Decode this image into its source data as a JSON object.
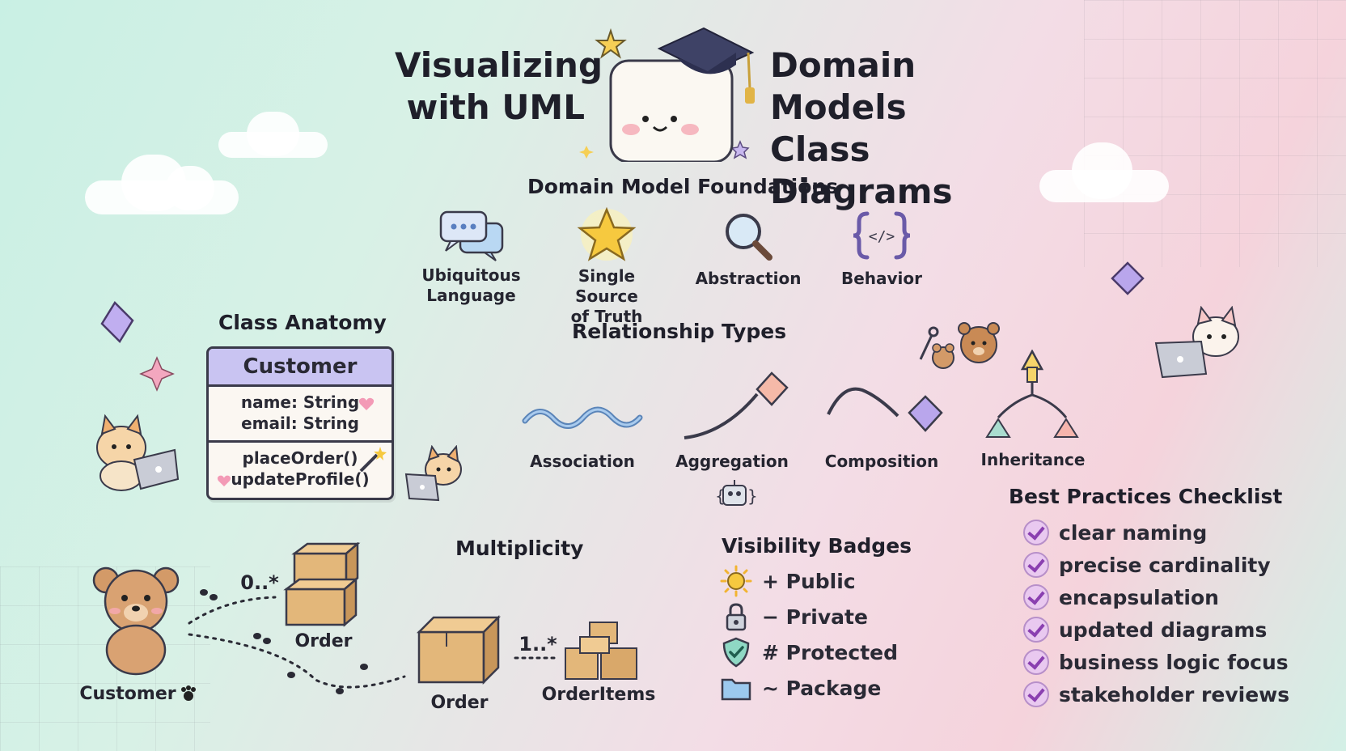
{
  "title": {
    "left_line1": "Visualizing",
    "left_line2": "with UML",
    "right_line1": "Domain Models",
    "right_line2": "Class Diagrams"
  },
  "foundations": {
    "heading": "Domain Model Foundations",
    "items": [
      {
        "label_line1": "Ubiquitous",
        "label_line2": "Language",
        "icon": "speech-bubbles-icon"
      },
      {
        "label_line1": "Single Source",
        "label_line2": "of Truth",
        "icon": "star-icon"
      },
      {
        "label_line1": "Abstraction",
        "label_line2": "",
        "icon": "magnifier-icon"
      },
      {
        "label_line1": "Behavior",
        "label_line2": "",
        "icon": "code-braces-icon"
      }
    ]
  },
  "class_anatomy": {
    "heading": "Class Anatomy",
    "class_name": "Customer",
    "attributes": [
      "name: String",
      "email: String"
    ],
    "methods": [
      "placeOrder()",
      "updateProfile()"
    ]
  },
  "relationships": {
    "heading": "Relationship Types",
    "items": [
      "Association",
      "Aggregation",
      "Composition",
      "Inheritance"
    ]
  },
  "multiplicity": {
    "heading": "Multiplicity",
    "customer_label": "Customer",
    "order_label_top": "Order",
    "order_label_bottom": "Order",
    "orderitems_label": "OrderItems",
    "mult_top": "0..*",
    "mult_bottom": "1..*"
  },
  "visibility": {
    "heading": "Visibility Badges",
    "items": [
      {
        "label": "+ Public",
        "icon": "sun-icon"
      },
      {
        "label": "− Private",
        "icon": "lock-icon"
      },
      {
        "label": "# Protected",
        "icon": "shield-icon"
      },
      {
        "label": "~ Package",
        "icon": "folder-icon"
      }
    ]
  },
  "checklist": {
    "heading": "Best Practices Checklist",
    "items": [
      "clear naming",
      "precise cardinality",
      "encapsulation",
      "updated diagrams",
      "business logic focus",
      "stakeholder reviews"
    ]
  },
  "colors": {
    "diamond_purple": "#b9a6ec",
    "diamond_pink": "#f5b6b0",
    "wave_blue": "#7fa9d9",
    "header_lilac": "#c9c4f2"
  }
}
